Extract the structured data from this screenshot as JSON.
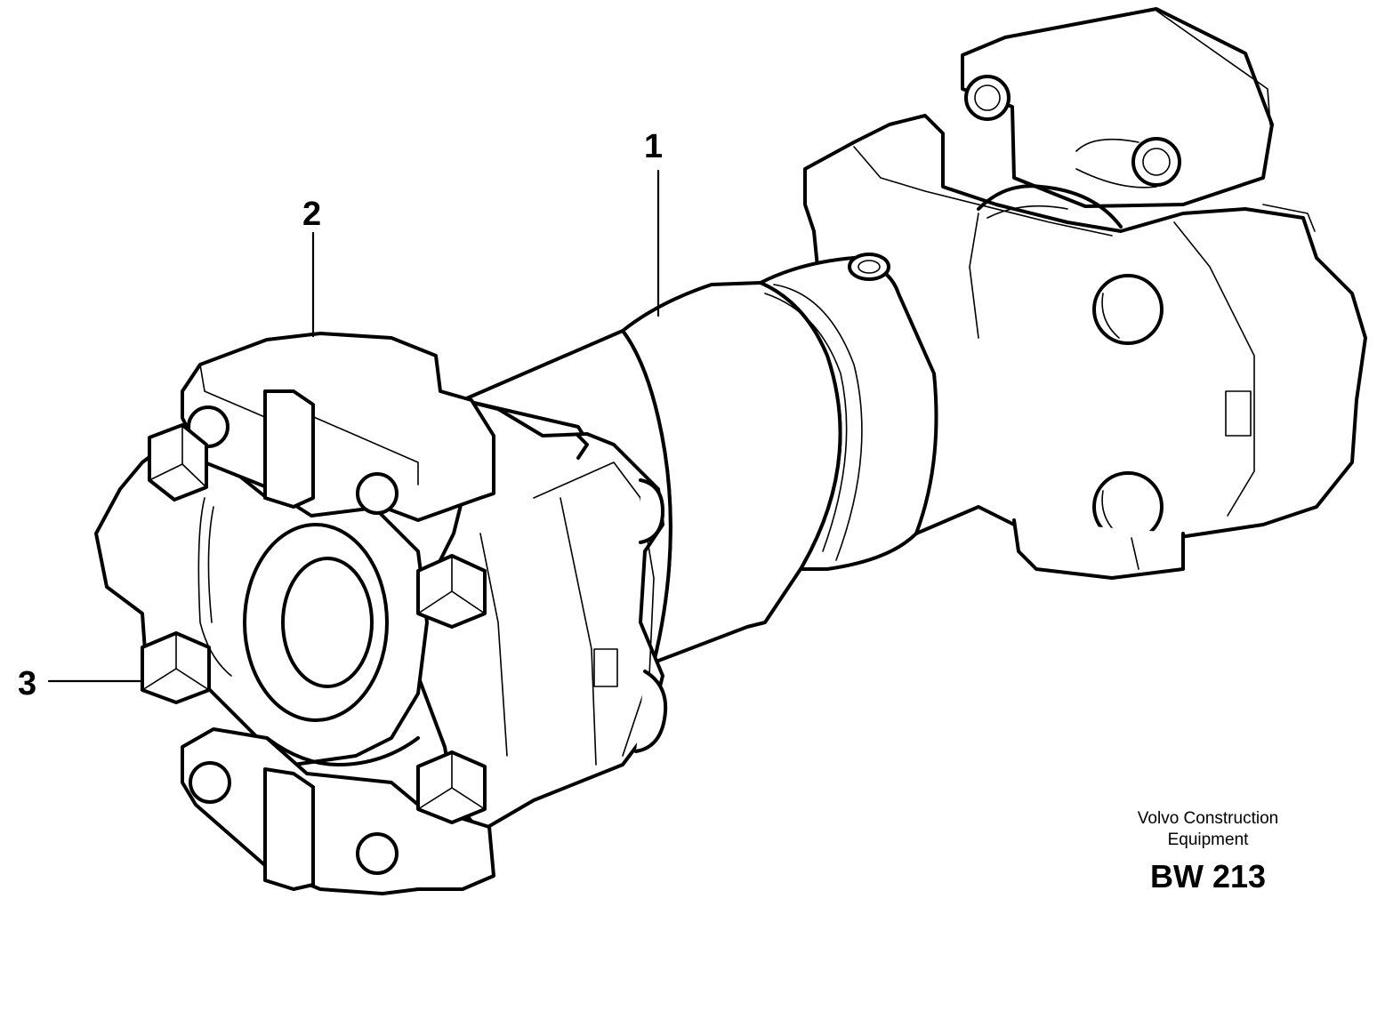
{
  "callouts": {
    "part1": "1",
    "part2": "2",
    "part3": "3"
  },
  "credit": {
    "line1": "Volvo Construction",
    "line2": "Equipment"
  },
  "figure_code": "BW 213"
}
